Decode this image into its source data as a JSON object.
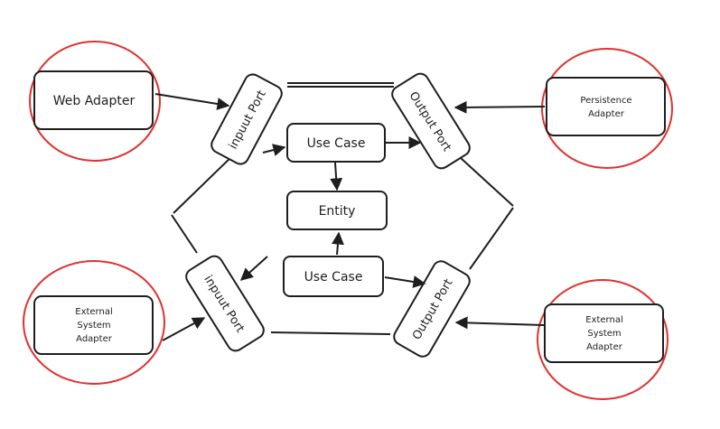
{
  "diagram": {
    "colors": {
      "stroke": "#1e1e1e",
      "halo": "#e03131",
      "fill": "#ffffff"
    },
    "adapters": {
      "web": [
        "Web Adapter"
      ],
      "persistence": [
        "Persistence",
        "Adapter"
      ],
      "external_left": [
        "External",
        "System",
        "Adapter"
      ],
      "external_right": [
        "External",
        "System",
        "Adapter"
      ]
    },
    "ports": {
      "input_top": "inpuut Port",
      "output_top": "Output Port",
      "input_bottom": "inpuut Port",
      "output_bottom": "Output Port"
    },
    "core": {
      "use_case_top": "Use Case",
      "entity": "Entity",
      "use_case_bottom": "Use Case"
    }
  }
}
